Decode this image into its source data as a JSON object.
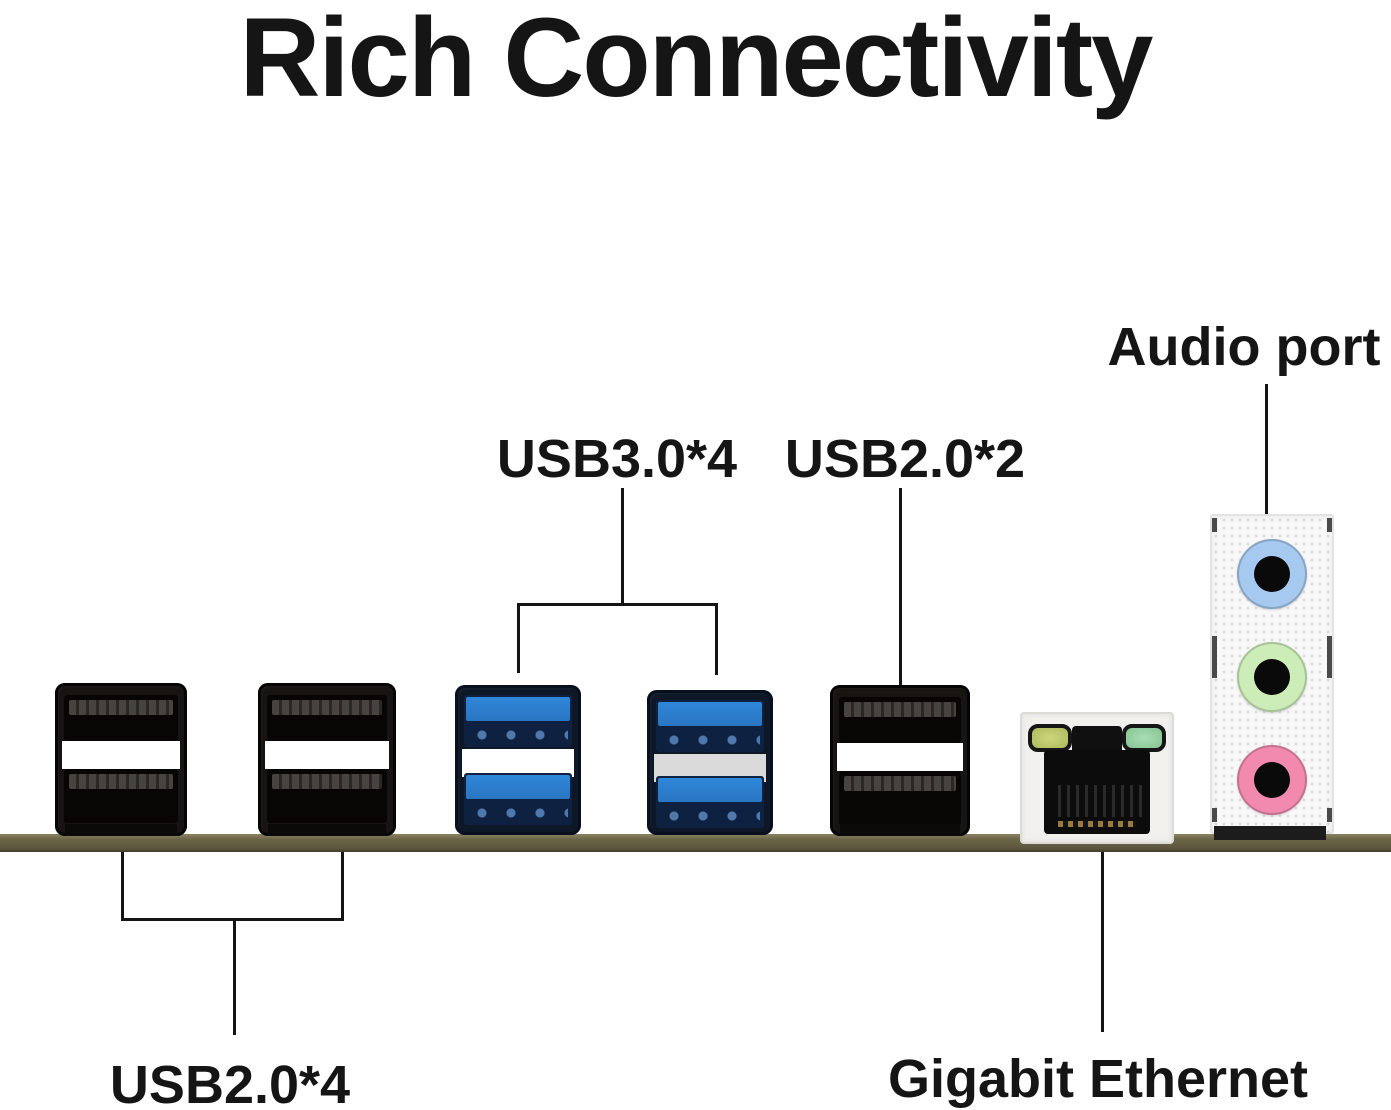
{
  "title": "Rich Connectivity",
  "labels": {
    "usb3": "USB3.0*4",
    "usb2_top": "USB2.0*2",
    "usb2_bottom": "USB2.0*4",
    "ethernet": "Gigabit Ethernet",
    "audio": "Audio port"
  },
  "ports": [
    {
      "id": "usb2-stack-1",
      "type": "usb2-dual-black"
    },
    {
      "id": "usb2-stack-2",
      "type": "usb2-dual-black"
    },
    {
      "id": "usb3-stack-1",
      "type": "usb3-dual-blue"
    },
    {
      "id": "usb3-stack-2",
      "type": "usb3-dual-blue"
    },
    {
      "id": "usb2-stack-3",
      "type": "usb2-dual-black"
    },
    {
      "id": "ethernet-rj45",
      "type": "rj45-with-leds"
    },
    {
      "id": "audio-jacks",
      "type": "3.5mm-jack-stack",
      "jacks": [
        "blue",
        "green",
        "pink"
      ]
    }
  ],
  "colors": {
    "text": "#151515",
    "line": "#141414",
    "board": "#6b6548",
    "board_edge": "#403c29",
    "usb2_body": "#171411",
    "usb2_slot": "#070605",
    "usb3_body": "#0e1726",
    "usb3_blue": "#2f86d8",
    "usb3_pins": "#0f2140",
    "divider_white": "#ffffff",
    "eth_shell": "#f1f0ed",
    "led_left": "#ccd87c",
    "led_right": "#a9dcb4",
    "rj45_black": "#0c0c0c",
    "audio_shell": "#f8f8f8",
    "jack_blue": "#a6c9ef",
    "jack_green": "#ccedb8",
    "jack_pink": "#f289ae",
    "jack_hole": "#0a0a0a"
  }
}
